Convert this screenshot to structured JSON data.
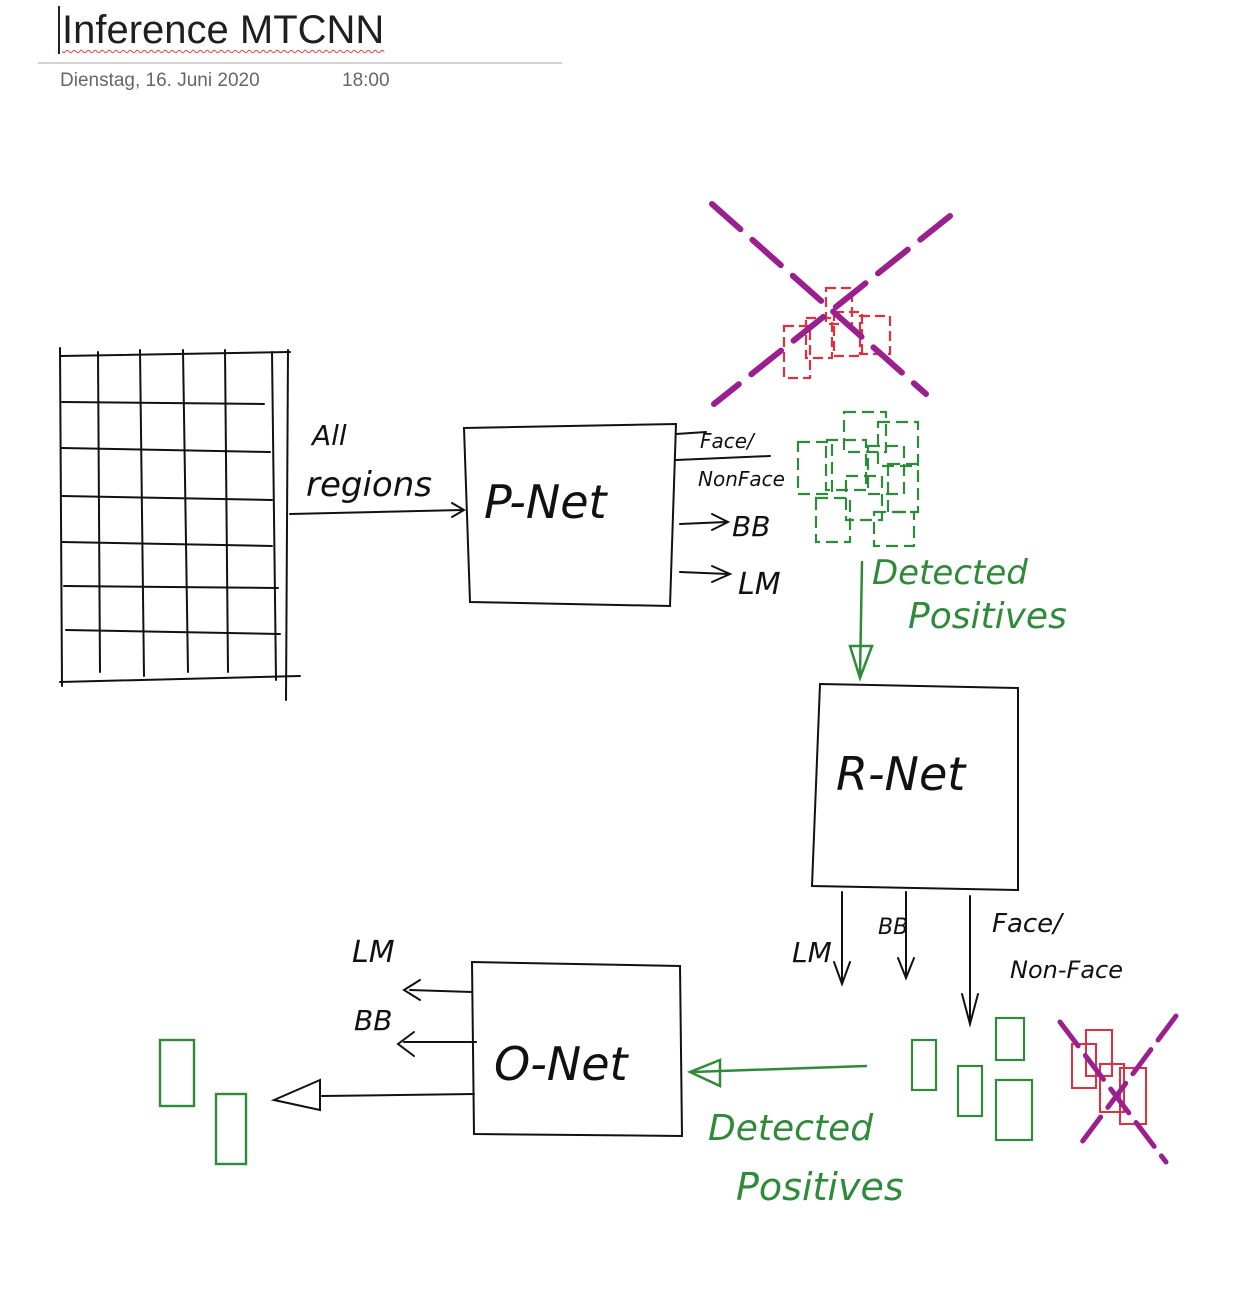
{
  "page": {
    "title": "Inference MTCNN",
    "date": "Dienstag, 16. Juni 2020",
    "time": "18:00"
  },
  "colors": {
    "ink": "#111111",
    "green": "#2f8a3a",
    "red": "#e03040",
    "purple": "#9a1f8f"
  },
  "sketch": {
    "all_regions_line1": "All",
    "all_regions_line2": "regions",
    "pnet": "P-Net",
    "pnet_out_face_1": "Face/",
    "pnet_out_face_2": "NonFace",
    "pnet_out_bb": "BB",
    "pnet_out_lm": "LM",
    "detected_1_line1": "Detected",
    "detected_1_line2": "Positives",
    "rnet": "R-Net",
    "rnet_out_lm": "LM",
    "rnet_out_bb": "BB",
    "rnet_out_face_1": "Face/",
    "rnet_out_face_2": "Non-Face",
    "onet": "O-Net",
    "onet_out_lm": "LM",
    "onet_out_bb": "BB",
    "detected_2_line1": "Detected",
    "detected_2_line2": "Positives"
  }
}
